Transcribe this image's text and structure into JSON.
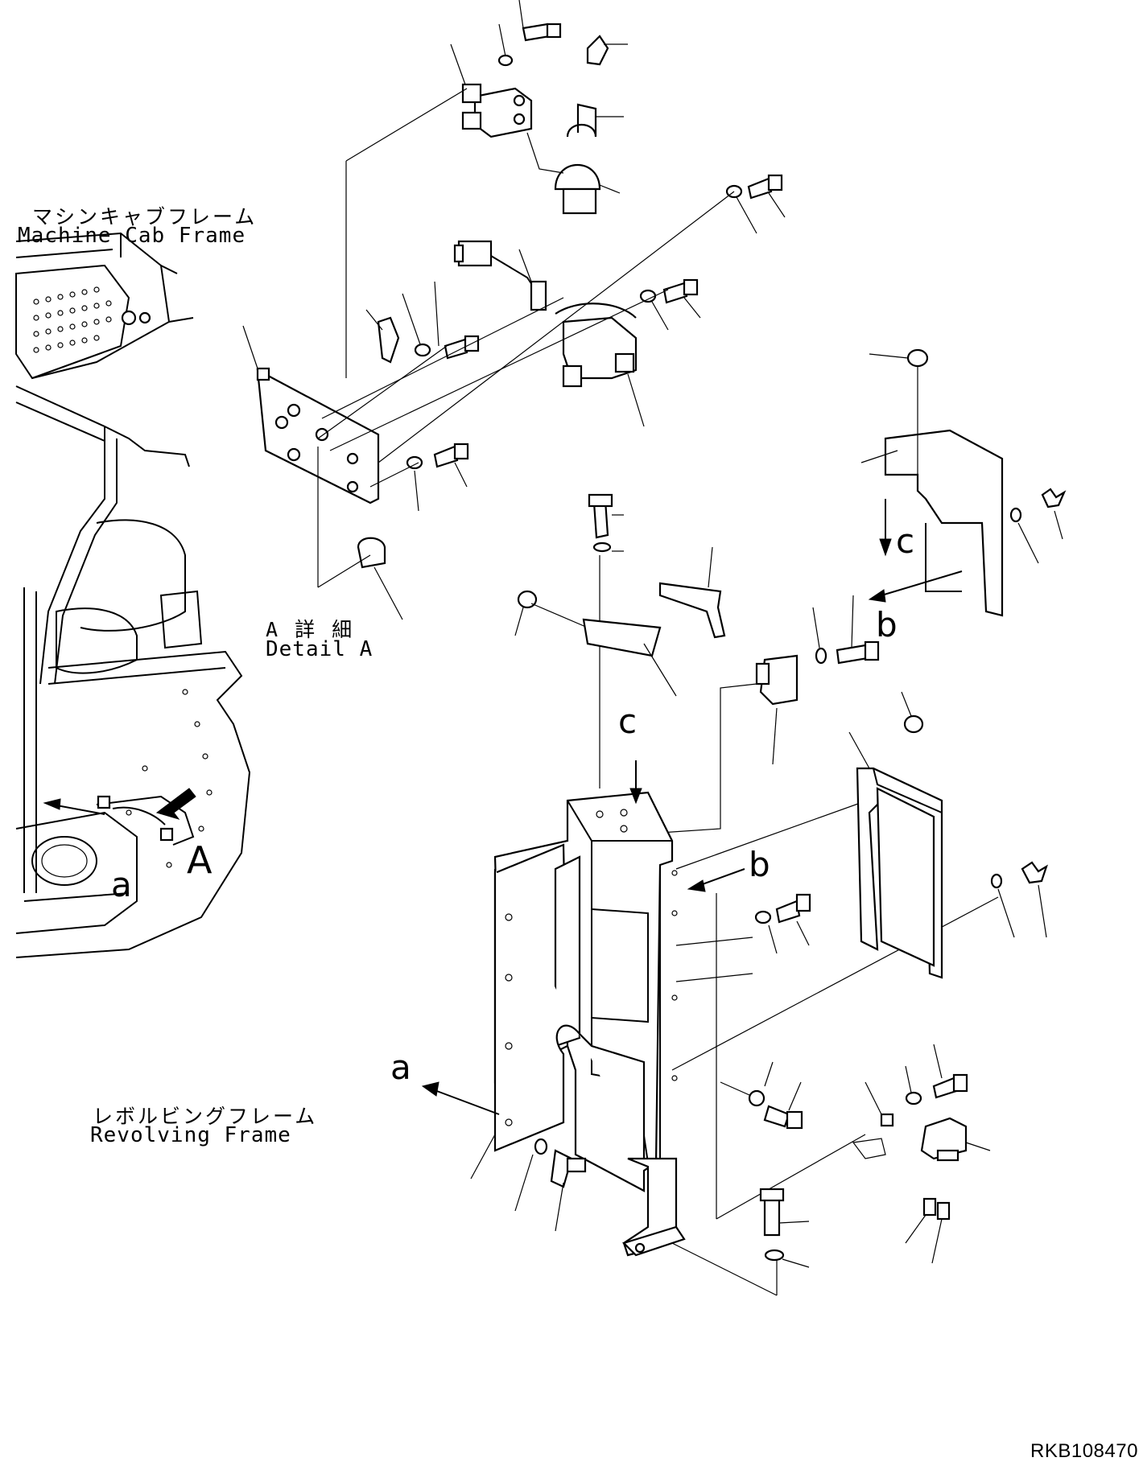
{
  "labels": {
    "cab_frame_ja": "マシンキャブフレーム",
    "cab_frame_en": "Machine Cab Frame",
    "detail_ja": "A 詳 細",
    "detail_en": "Detail A",
    "revolving_ja": "レボルビングフレーム",
    "revolving_en": "Revolving Frame",
    "view_A": "A",
    "arrow_a_left": "a",
    "arrow_a_main": "a",
    "arrow_b_top": "b",
    "arrow_b_mid": "b",
    "arrow_c_cover": "c",
    "arrow_c_bracket": "c",
    "drawing_code": "RKB108470"
  },
  "colors": {
    "line": "#000000",
    "background": "#ffffff"
  }
}
